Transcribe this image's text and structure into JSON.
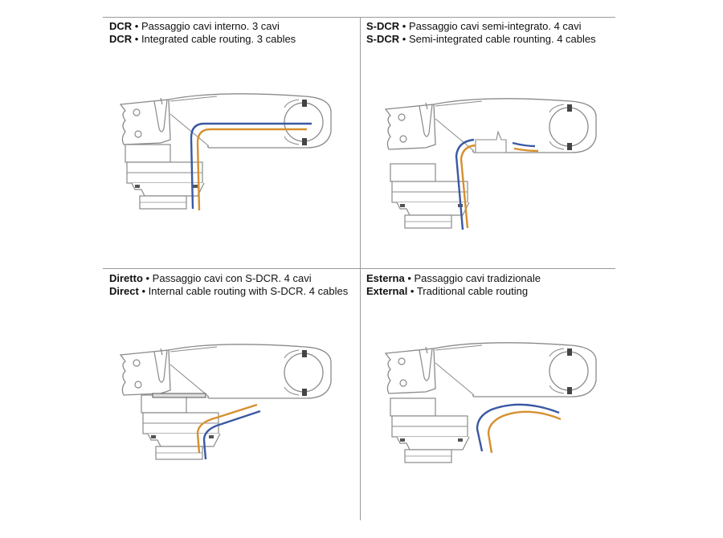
{
  "colors": {
    "cable_blue": "#3a58a3",
    "cable_orange": "#d6902f",
    "outline": "#8a8a8a"
  },
  "panels": [
    {
      "id": "dcr",
      "line1": {
        "bold": "DCR",
        "text": " • Passaggio cavi interno. 3 cavi"
      },
      "line2": {
        "bold": "DCR",
        "text": " • Integrated cable routing. 3 cables"
      }
    },
    {
      "id": "s-dcr",
      "line1": {
        "bold": "S-DCR",
        "text": " • Passaggio cavi semi-integrato. 4 cavi"
      },
      "line2": {
        "bold": "S-DCR",
        "text": " • Semi-integrated cable rounting. 4 cables"
      }
    },
    {
      "id": "direct",
      "line1": {
        "bold": "Diretto",
        "text": " • Passaggio cavi con S-DCR. 4 cavi"
      },
      "line2": {
        "bold": "Direct",
        "text": " • Internal cable routing with S-DCR. 4 cables"
      }
    },
    {
      "id": "external",
      "line1": {
        "bold": "Esterna",
        "text": " • Passaggio cavi tradizionale"
      },
      "line2": {
        "bold": "External",
        "text": " • Traditional cable routing"
      }
    }
  ]
}
